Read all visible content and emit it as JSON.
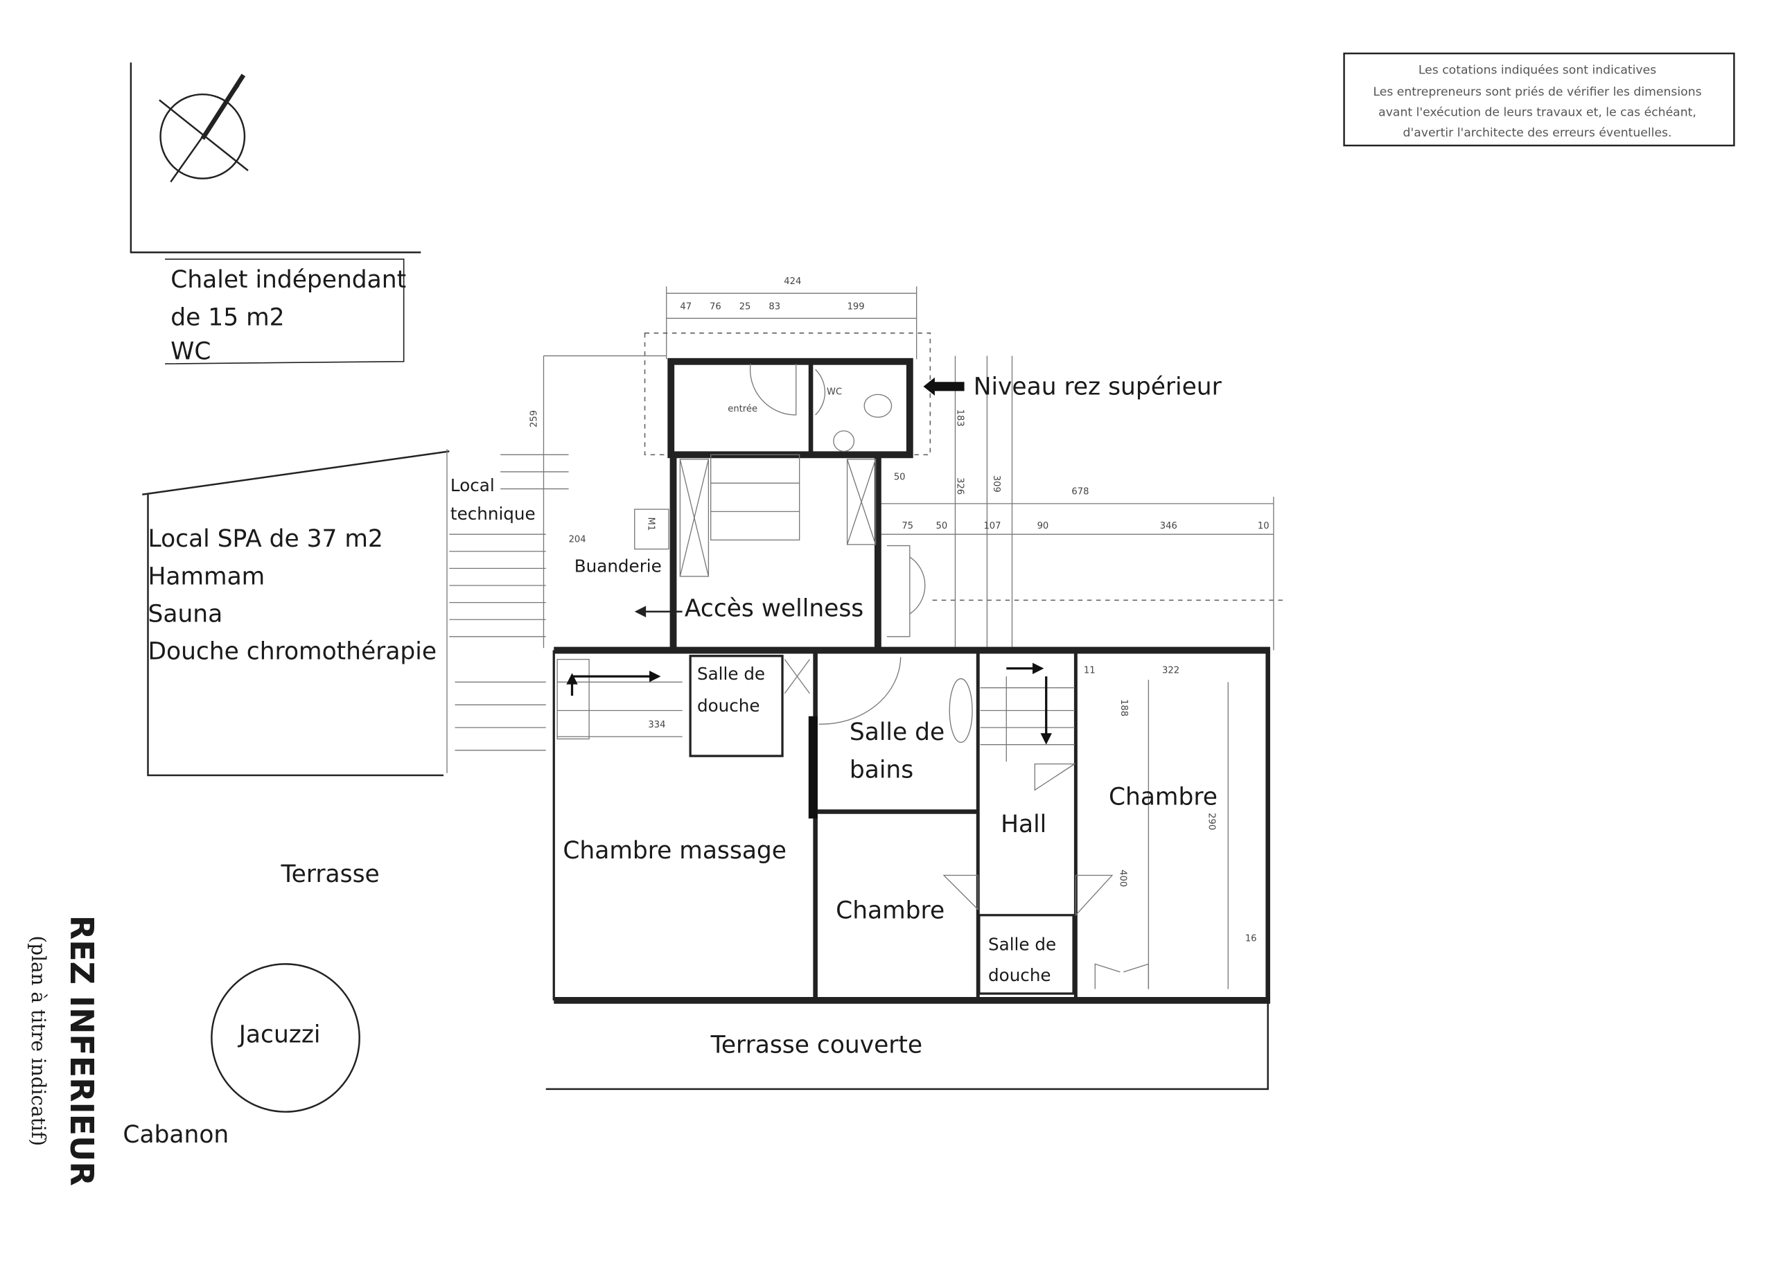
{
  "title": {
    "main": "REZ INFERIEUR",
    "sub": "(plan à titre indicatif)"
  },
  "note": {
    "lines": [
      "Les cotations indiquées sont indicatives",
      "Les entrepreneurs sont priés de vérifier les dimensions",
      "avant l'exécution de leurs travaux et, le cas échéant,",
      "d'avertir l'architecte des erreurs éventuelles."
    ]
  },
  "chalet": {
    "lines": [
      "Chalet indépendant",
      "de 15 m2",
      "WC"
    ]
  },
  "spa": {
    "lines": [
      "Local SPA de 37 m2",
      "Hammam",
      "Sauna",
      "Douche chromothérapie"
    ]
  },
  "local_technique": [
    "Local",
    "technique"
  ],
  "upper_level": "Niveau rez supérieur",
  "access_wellness": "Accès wellness",
  "rooms": {
    "buanderie": "Buanderie",
    "entree": "entrée",
    "wc": "WC",
    "m1": "M1",
    "salle_douche_1": [
      "Salle de",
      "douche"
    ],
    "salle_bains": [
      "Salle de",
      "bains"
    ],
    "hall": "Hall",
    "chambre_right": "Chambre",
    "chambre_massage": "Chambre massage",
    "chambre_mid": "Chambre",
    "salle_douche_2": [
      "Salle de",
      "douche"
    ]
  },
  "outdoor": {
    "terrasse": "Terrasse",
    "terrasse_couverte": "Terrasse couverte",
    "jacuzzi": "Jacuzzi",
    "cabanon": "Cabanon"
  },
  "dimensions": {
    "top_total": "424",
    "top_parts": [
      "47",
      "76",
      "25",
      "83",
      "199"
    ],
    "v259": "259",
    "v183": "183",
    "v326": "326",
    "v309": "309",
    "v50": "50",
    "right_total": "678",
    "right_parts": [
      "75",
      "50",
      "107",
      "90",
      "346",
      "10"
    ],
    "d204": "204",
    "d334": "334",
    "d11": "11",
    "d322": "322",
    "d188": "188",
    "d290": "290",
    "d400": "400",
    "d16": "16"
  },
  "icons": {
    "compass": "north-arrow-icon"
  }
}
